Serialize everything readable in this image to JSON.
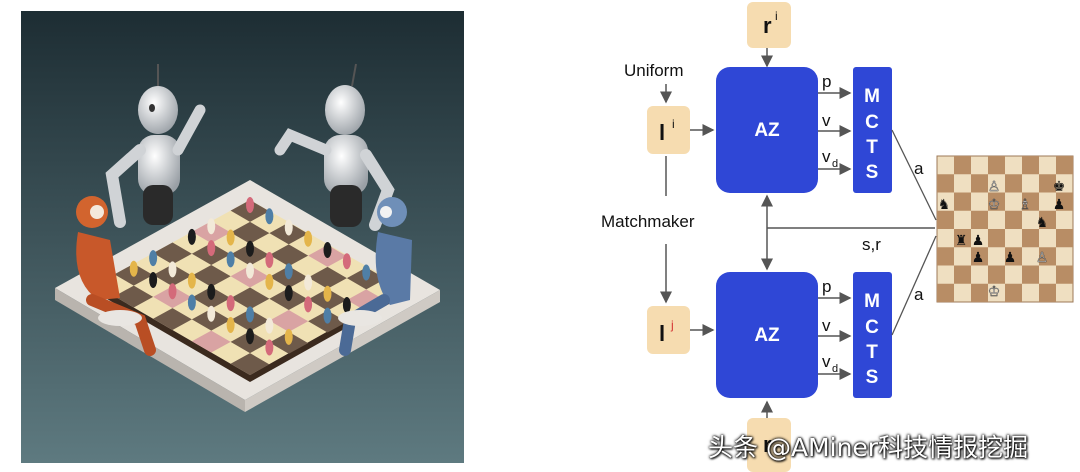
{
  "diagram": {
    "input_label": "Uniform",
    "matchmaker_label": "Matchmaker",
    "top_reward": "r",
    "top_reward_sup": "i",
    "player_i_base": "l",
    "player_i_sup": "i",
    "player_j_base": "l",
    "player_j_sup": "j",
    "bottom_reward": "r",
    "az_label": "AZ",
    "mcts_letters": [
      "M",
      "C",
      "T",
      "S"
    ],
    "outputs": [
      "p",
      "v",
      "v"
    ],
    "vd_sub": "d",
    "action_label": "a",
    "state_reward_label": "s,r"
  },
  "colors": {
    "az_blue": "#2f47d6",
    "tan_box": "#f6dcb0",
    "accent_red": "#d32f2f",
    "board_light": "#efdfc1",
    "board_dark": "#b88d65"
  },
  "illustration": {
    "icon": "chess-robots-illustration"
  },
  "board": {
    "icon": "chessboard-icon"
  },
  "watermark": "头条 @AMiner科技情报挖掘"
}
